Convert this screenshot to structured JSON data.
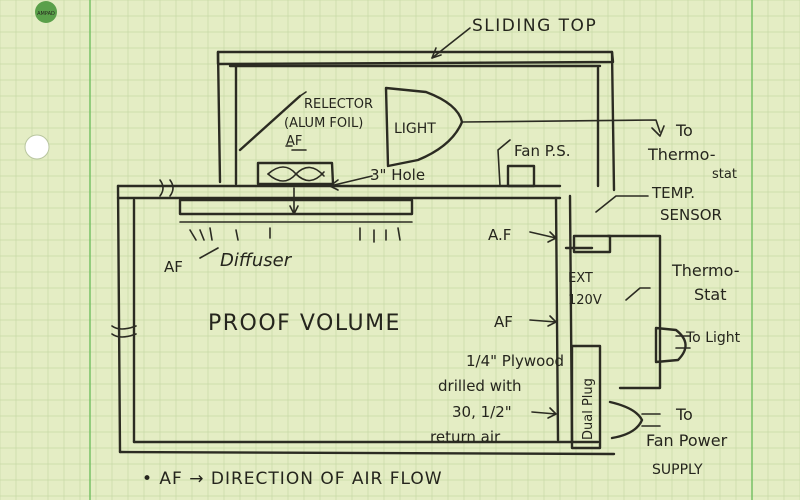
{
  "labels": {
    "sliding_top": "SLIDING TOP",
    "relector": "RELECTOR",
    "alum_foil": "(ALUM FOIL)",
    "af_top": "AF",
    "light": "LIGHT",
    "hole": "3\" Hole",
    "fan_ps": "Fan P.S.",
    "to_thermostat_1": "To",
    "to_thermostat_2": "Thermo-",
    "to_thermostat_3": "stat",
    "temp_sensor_1": "TEMP.",
    "temp_sensor_2": "SENSOR",
    "af_right_top": "A.F",
    "af_left": "AF",
    "diffuser": "Diffuser",
    "ext": "EXT",
    "volts": "120V",
    "thermostat_1": "Thermo-",
    "thermostat_2": "Stat",
    "proof_volume": "PROOF VOLUME",
    "af_right_mid": "AF",
    "to_light": "To Light",
    "plywood_1": "1/4\" Plywood",
    "plywood_2": "drilled with",
    "plywood_3": "30, 1/2\"",
    "plywood_4": "return air",
    "dual_plug": "Dual Plug",
    "to_fan_1": "To",
    "to_fan_2": "Fan Power",
    "to_fan_3": "SUPPLY",
    "legend": "• AF → DIRECTION OF AIR FLOW"
  },
  "logo_text": "AMPAD"
}
